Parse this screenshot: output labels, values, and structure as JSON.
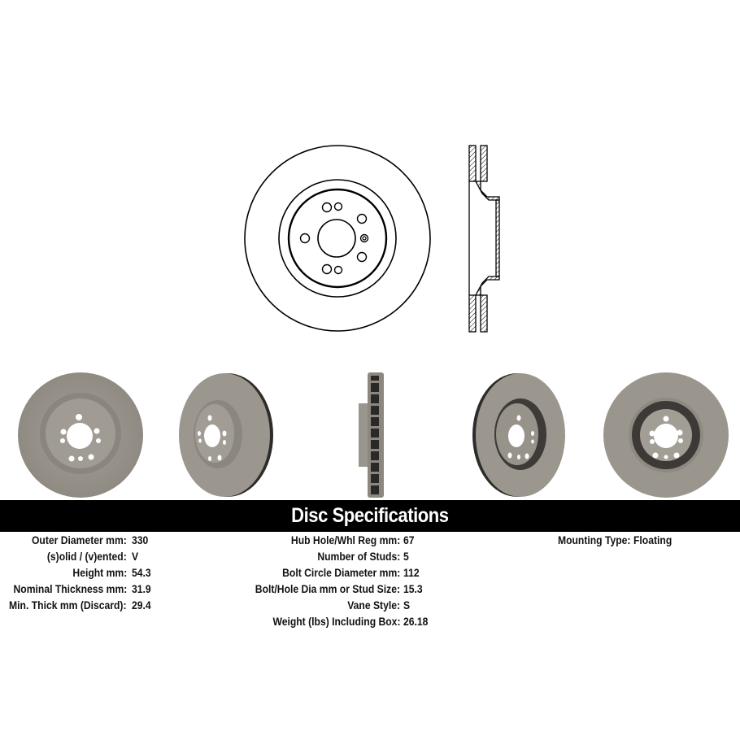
{
  "banner": {
    "title": "Disc Specifications"
  },
  "specs": {
    "col1": [
      {
        "label": "Outer Diameter mm:",
        "value": "330"
      },
      {
        "label": "(s)olid / (v)ented:",
        "value": "V"
      },
      {
        "label": "Height mm:",
        "value": "54.3"
      },
      {
        "label": "Nominal Thickness mm:",
        "value": "31.9"
      },
      {
        "label": "Min. Thick mm (Discard):",
        "value": "29.4"
      }
    ],
    "col2": [
      {
        "label": "Hub Hole/Whl Reg mm:",
        "value": "67"
      },
      {
        "label": "Number of Studs:",
        "value": "5"
      },
      {
        "label": "Bolt Circle Diameter mm:",
        "value": "112"
      },
      {
        "label": "Bolt/Hole Dia mm or Stud Size:",
        "value": "15.3"
      },
      {
        "label": "Vane Style:",
        "value": "S"
      },
      {
        "label": "Weight (lbs) Including Box:",
        "value": "26.18"
      }
    ],
    "col3": [
      {
        "label": "Mounting Type:",
        "value": "Floating"
      }
    ]
  },
  "images": {
    "front_drawing": "brake-disc-front-line-drawing",
    "section_drawing": "brake-disc-cross-section-drawing",
    "photos": [
      "brake-disc-photo-front",
      "brake-disc-photo-angled-left",
      "brake-disc-photo-side",
      "brake-disc-photo-angled-right",
      "brake-disc-photo-back"
    ]
  },
  "colors": {
    "banner_bg": "#000000",
    "banner_text": "#ffffff",
    "disc_metal": "#9a958d",
    "disc_dark": "#3a3836"
  }
}
